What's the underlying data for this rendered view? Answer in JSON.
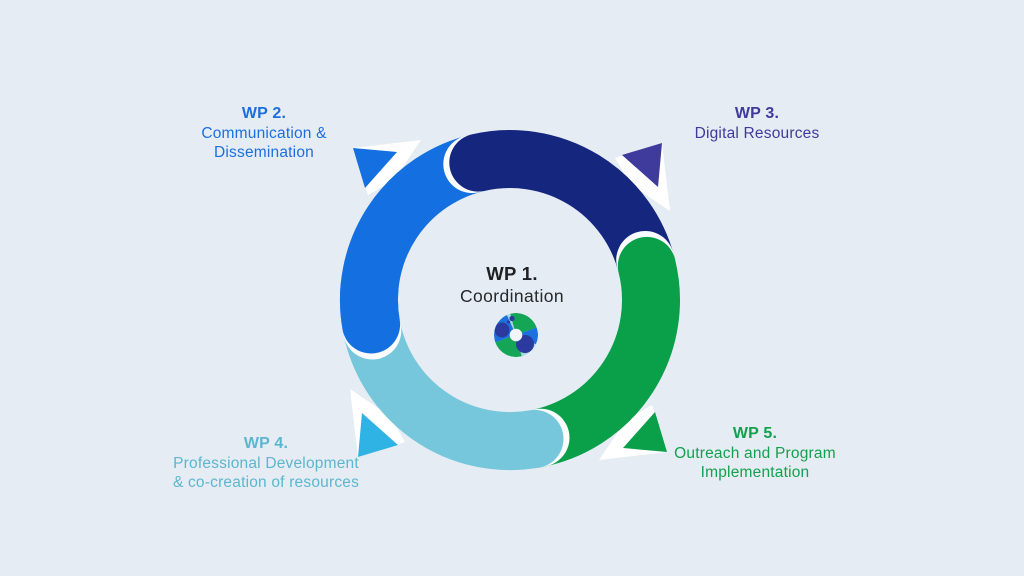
{
  "page": {
    "background": "#e6ecf3",
    "description": "Project work-package cycle diagram with WP1 coordination at center of a four-segment ring"
  },
  "center": {
    "wp": "WP 1.",
    "label": "Coordination",
    "text_color": "#1e2023"
  },
  "work_packages": [
    {
      "wp": "WP 2.",
      "lines": [
        "Communication &",
        "Dissemination"
      ],
      "position": "top-left",
      "arc_color": "#1470e0",
      "text_color": "#1b6fe0"
    },
    {
      "wp": "WP 3.",
      "lines": [
        "Digital Resources"
      ],
      "position": "top-right",
      "arc_color": "#15267f",
      "text_color": "#3e3b9c"
    },
    {
      "wp": "WP 4.",
      "lines": [
        "Professional Development",
        "& co-creation of resources"
      ],
      "position": "bottom-left",
      "arc_color": "#76c7db",
      "text_color": "#5cb6cf"
    },
    {
      "wp": "WP 5.",
      "lines": [
        "Outreach and Program",
        "Implementation"
      ],
      "position": "bottom-right",
      "arc_color": "#0aa04a",
      "text_color": "#12a14e"
    }
  ],
  "ring": {
    "gap_color": "#fafcfe",
    "arrow_colors": {
      "top_left": "#1470e0",
      "top_right": "#3e3b9c",
      "bottom_right": "#0aa04a",
      "bottom_left": "#2eb3e4"
    }
  },
  "logo": {
    "name": "project-circle-logo",
    "colors": [
      "#a5d8e0",
      "#14a556",
      "#1d71dd",
      "#2b3a9e"
    ]
  }
}
